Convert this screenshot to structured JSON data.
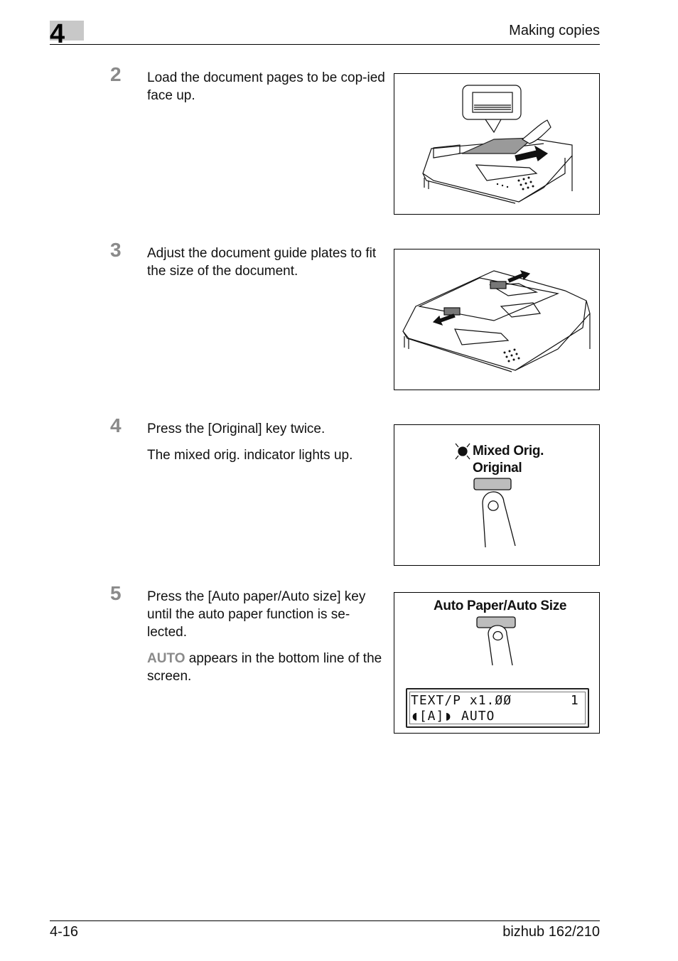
{
  "header": {
    "chapter": "4",
    "title": "Making copies"
  },
  "steps": [
    {
      "number": "2",
      "paragraphs": [
        "Load the document pages to be cop-ied face up."
      ]
    },
    {
      "number": "3",
      "paragraphs": [
        "Adjust the document guide plates to fit the size of the document."
      ]
    },
    {
      "number": "4",
      "paragraphs": [
        "Press the [Original] key twice.",
        "The mixed orig. indicator lights up."
      ]
    },
    {
      "number": "5",
      "paragraphs": [
        "Press the [Auto paper/Auto size] key until the auto paper function is se-lected."
      ],
      "note_highlight": "AUTO",
      "note_rest": " appears in the bottom line of the screen."
    }
  ],
  "figures": {
    "original_key": {
      "indicator_label": "Mixed Orig.",
      "key_label": "Original"
    },
    "auto_paper": {
      "key_label": "Auto Paper/Auto Size",
      "lcd_line1": "TEXT/P x1.ØØ       1",
      "lcd_line2": "◖[A]◗ AUTO"
    }
  },
  "footer": {
    "page": "4-16",
    "product": "bizhub 162/210"
  },
  "colors": {
    "step_number": "#8a8a8a",
    "chapter_box": "#c8c8c8",
    "highlight": "#8a8a8a"
  }
}
